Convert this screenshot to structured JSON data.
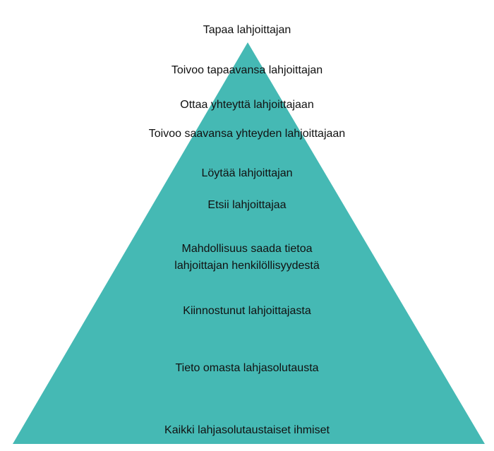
{
  "diagram": {
    "fill_color": "#45B9B4",
    "levels": [
      {
        "label": "Tapaa lahjoittajan"
      },
      {
        "label": "Toivoo tapaavansa lahjoittajan"
      },
      {
        "label": "Ottaa yhteyttä lahjoittajaan"
      },
      {
        "label": "Toivoo saavansa yhteyden lahjoittajaan"
      },
      {
        "label": "Löytää lahjoittajan"
      },
      {
        "label": "Etsii lahjoittajaa"
      },
      {
        "label_line1": "Mahdollisuus saada tietoa",
        "label_line2": "lahjoittajan henkilöllisyydestä"
      },
      {
        "label": "Kiinnostunut lahjoittajasta"
      },
      {
        "label": "Tieto omasta lahjasolutausta"
      },
      {
        "label": "Kaikki lahjasolutaustaiset ihmiset"
      }
    ]
  }
}
